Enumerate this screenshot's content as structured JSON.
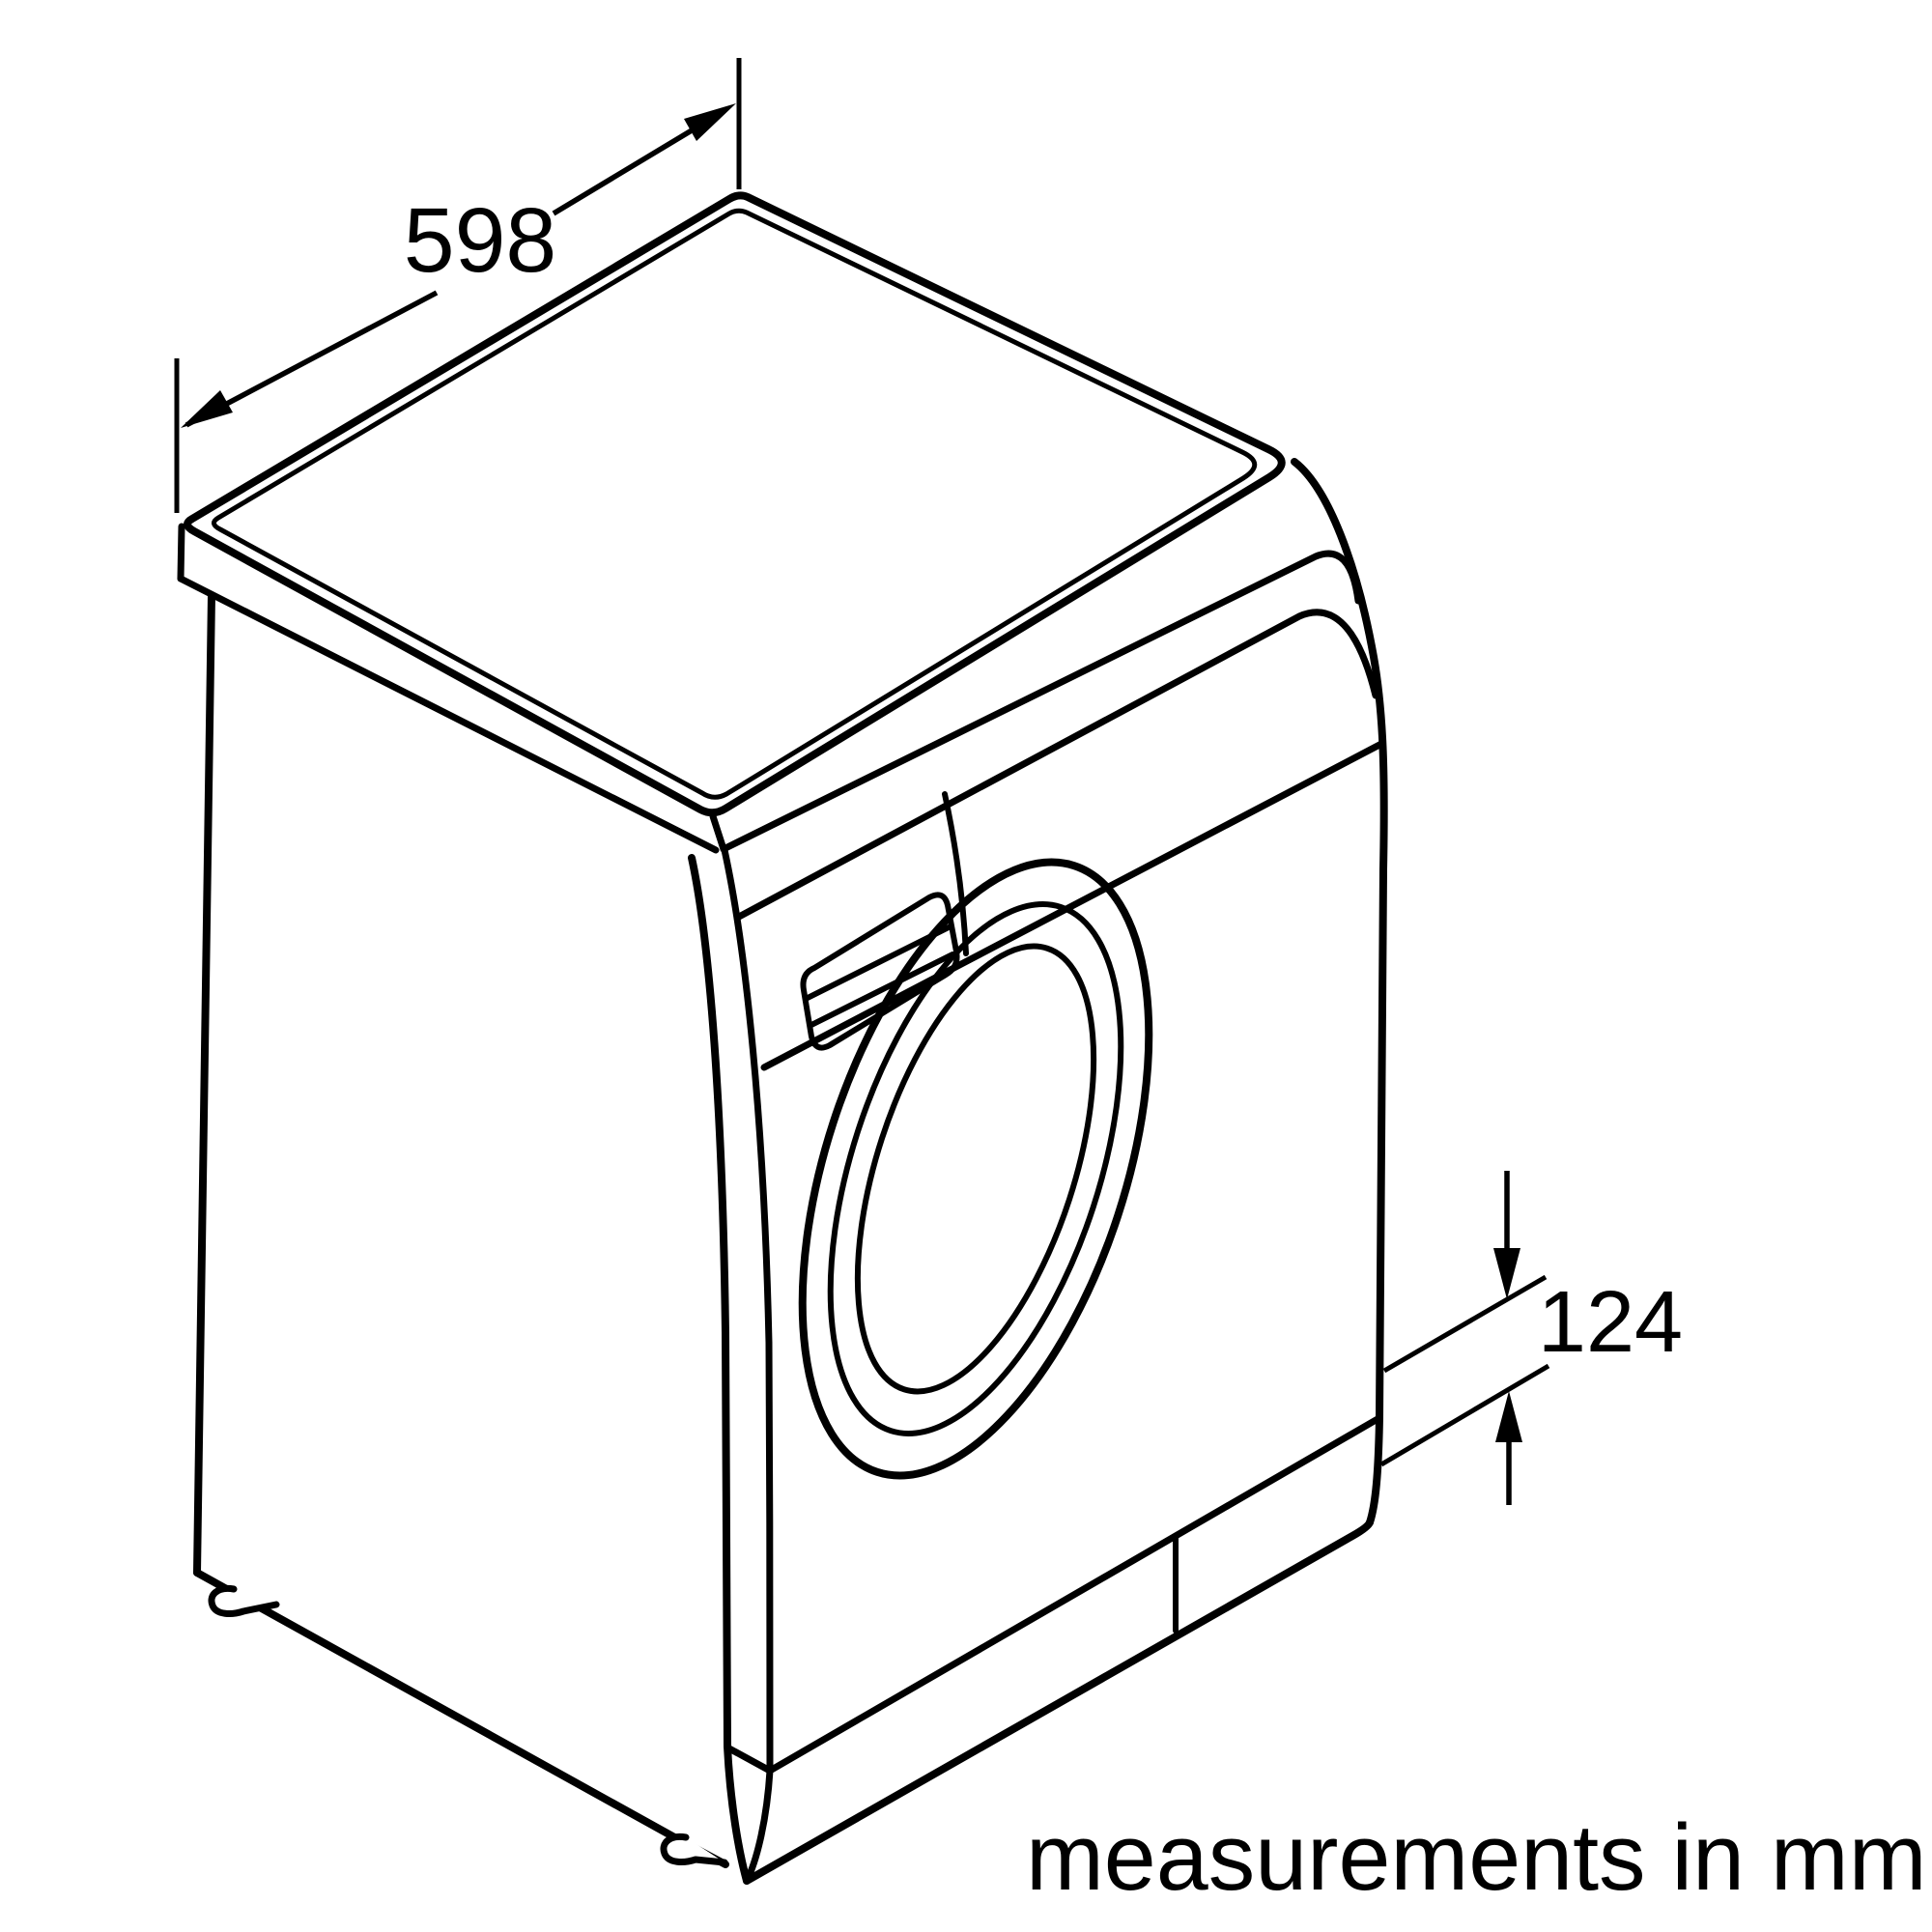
{
  "page": {
    "background_color": "#ffffff",
    "line_color": "#000000"
  },
  "diagram": {
    "subject": "front-loading washing machine, three-quarter isometric technical line drawing",
    "caption": "measurements in mm",
    "dimensions": {
      "top_width": {
        "label": "598"
      },
      "plinth_height": {
        "label": "124"
      }
    }
  }
}
